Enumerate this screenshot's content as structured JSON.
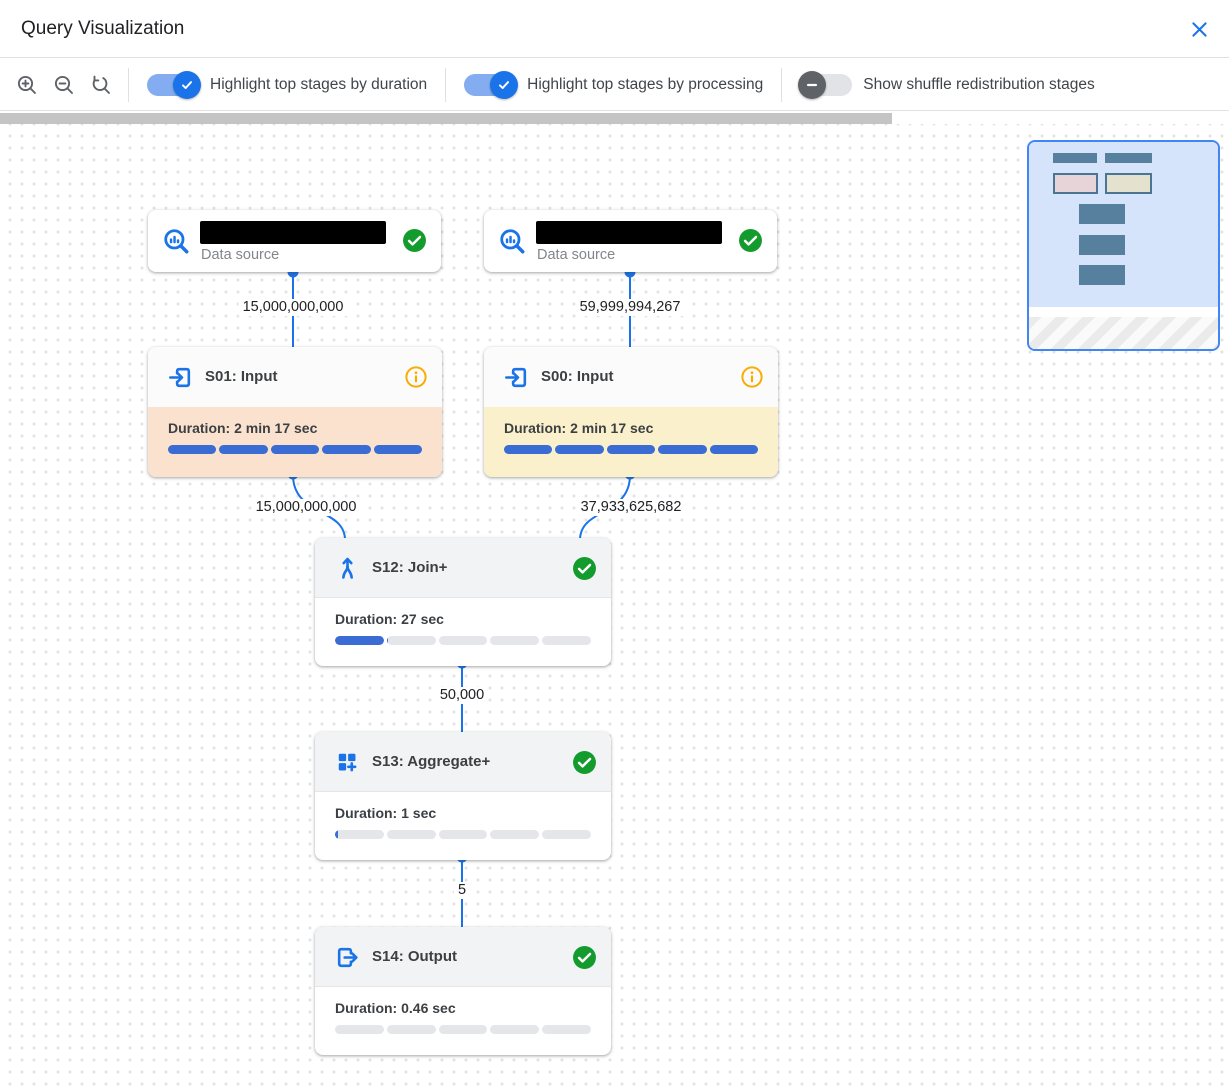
{
  "header": {
    "title": "Query Visualization"
  },
  "toolbar": {
    "zoom_controls": [
      "zoom-in",
      "zoom-out",
      "reset-zoom"
    ],
    "toggles": [
      {
        "label": "Highlight top stages by duration",
        "state": "on"
      },
      {
        "label": "Highlight top stages by processing",
        "state": "on"
      },
      {
        "label": "Show shuffle redistribution stages",
        "state": "off"
      }
    ]
  },
  "graph": {
    "nodes": [
      {
        "id": "ds1",
        "type": "data_source",
        "subtitle": "Data source",
        "name_redacted": true,
        "status": "completed"
      },
      {
        "id": "ds2",
        "type": "data_source",
        "subtitle": "Data source",
        "name_redacted": true,
        "status": "completed"
      },
      {
        "id": "s01",
        "type": "stage",
        "title": "S01: Input",
        "duration_label": "Duration: 2 min 17 sec",
        "status": "info",
        "highlight": "duration",
        "bar_segments": [
          100,
          100,
          100,
          100,
          100
        ]
      },
      {
        "id": "s00",
        "type": "stage",
        "title": "S00: Input",
        "duration_label": "Duration: 2 min 17 sec",
        "status": "info",
        "highlight": "processing",
        "bar_segments": [
          100,
          100,
          100,
          100,
          100
        ]
      },
      {
        "id": "s12",
        "type": "stage",
        "title": "S12: Join+",
        "duration_label": "Duration: 27 sec",
        "status": "completed",
        "highlight": "none",
        "bar_segments": [
          100,
          2,
          0,
          0,
          0
        ]
      },
      {
        "id": "s13",
        "type": "stage",
        "title": "S13: Aggregate+",
        "duration_label": "Duration: 1 sec",
        "status": "completed",
        "highlight": "none",
        "bar_segments": [
          7,
          0,
          0,
          0,
          0
        ]
      },
      {
        "id": "s14",
        "type": "stage",
        "title": "S14: Output",
        "duration_label": "Duration: 0.46 sec",
        "status": "completed",
        "highlight": "none",
        "bar_segments": [
          0,
          0,
          0,
          0,
          0
        ]
      }
    ],
    "edges": [
      {
        "from": "ds1",
        "to": "s01",
        "label": "15,000,000,000"
      },
      {
        "from": "ds2",
        "to": "s00",
        "label": "59,999,994,267"
      },
      {
        "from": "s01",
        "to": "s12",
        "label": "15,000,000,000"
      },
      {
        "from": "s00",
        "to": "s12",
        "label": "37,933,625,682"
      },
      {
        "from": "s12",
        "to": "s13",
        "label": "50,000"
      },
      {
        "from": "s13",
        "to": "s14",
        "label": "5"
      }
    ]
  },
  "colors": {
    "accent_blue": "#1a73e8",
    "edge_blue": "#1a73e8",
    "bar_blue": "#3b6cd3",
    "duration_highlight": "#fbe2cf",
    "processing_highlight": "#faf0cc",
    "success_green": "#149b2e",
    "info_orange": "#f9ab00",
    "minimap_border": "#4285f4",
    "minimap_viewport": "#d6e4fb"
  }
}
